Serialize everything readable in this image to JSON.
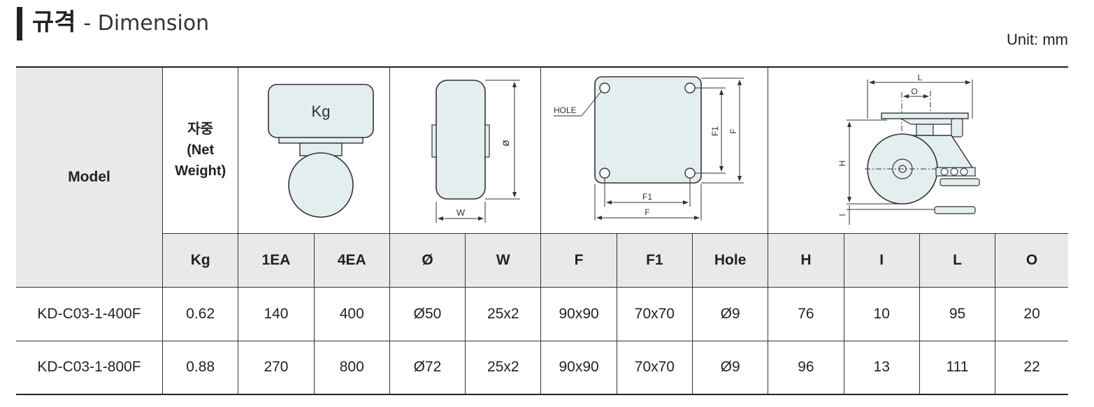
{
  "title": {
    "korean": "규격",
    "english": "- Dimension"
  },
  "unit": "Unit: mm",
  "table": {
    "model_header": "Model",
    "weight_header": {
      "line1": "자중",
      "line2": "(Net",
      "line3": "Weight)"
    },
    "diagram_labels": {
      "kg": "Kg",
      "phi": "ø",
      "w": "W",
      "hole": "HOLE",
      "f1": "F1",
      "f": "F",
      "l": "L",
      "o": "O",
      "h": "H",
      "i": "I"
    },
    "columns": [
      "Kg",
      "1EA",
      "4EA",
      "Ø",
      "W",
      "F",
      "F1",
      "Hole",
      "H",
      "I",
      "L",
      "O"
    ],
    "rows": [
      {
        "model": "KD-C03-1-400F",
        "values": [
          "0.62",
          "140",
          "400",
          "Ø50",
          "25x2",
          "90x90",
          "70x70",
          "Ø9",
          "76",
          "10",
          "95",
          "20"
        ]
      },
      {
        "model": "KD-C03-1-800F",
        "values": [
          "0.88",
          "270",
          "800",
          "Ø72",
          "25x2",
          "90x90",
          "70x70",
          "Ø9",
          "96",
          "13",
          "111",
          "22"
        ]
      }
    ]
  }
}
